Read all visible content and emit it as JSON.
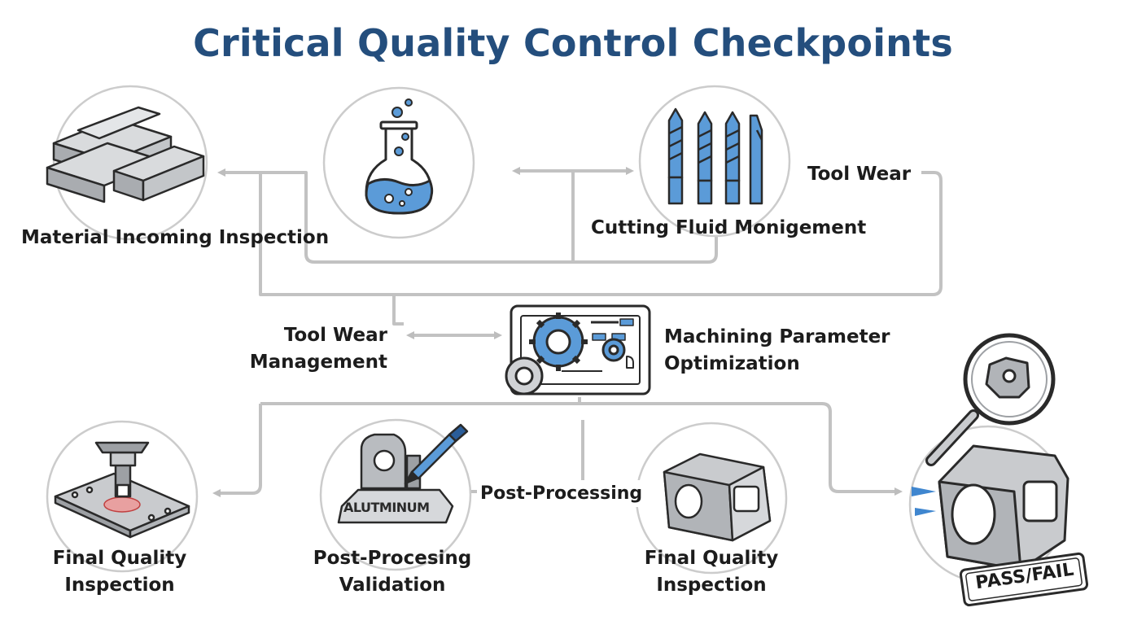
{
  "title": "Critical Quality Control Checkpoints",
  "colors": {
    "title": "#244e7d",
    "accent_blue": "#3f86cf",
    "connector": "#bdbdbd",
    "outline": "#2a2a2a",
    "metal": "#b9bcc0",
    "circle": "#cfcfcf"
  },
  "labels": {
    "material_incoming": "Material Incoming Inspection",
    "cutting_fluid": "Cutting Fluid Monigement",
    "tool_wear_top": "Tool Wear",
    "tool_wear_mgmt_1": "Tool Wear",
    "tool_wear_mgmt_2": "Management",
    "machining_param_1": "Machining Parameter",
    "machining_param_2": "Optimization",
    "final_left_1": "Final Quality",
    "final_left_2": "Inspection",
    "post_validation_1": "Post-Procesing",
    "post_validation_2": "Validation",
    "post_processing": "Post-Processing",
    "final_right_1": "Final Quality",
    "final_right_2": "Inspection",
    "aluminum_plate": "ALUTMINUM",
    "pass_fail": "PASS/FAIL"
  },
  "icons": [
    "aluminum-bars-icon",
    "flask-icon",
    "drill-bits-icon",
    "monitor-gears-icon",
    "fixture-plate-icon",
    "aluminum-part-icon",
    "machined-housing-icon",
    "magnifier-part-icon",
    "pass-fail-stamp-icon"
  ]
}
